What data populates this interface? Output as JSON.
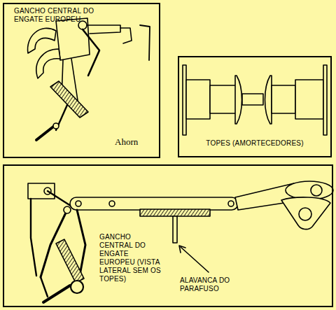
{
  "diagram": {
    "nodes": [
      {
        "text": [
          "GANCHO CENTRAL DO ENGATE EUROPEU",
          "Ahorn"
        ]
      },
      {
        "text": [
          "TOPES (AMORTECEDORES)"
        ]
      },
      {
        "text": [
          "GANCHO CENTRAL DO ENGATE EUROPEU (VISTA LATERAL SEM OS TOPES)",
          "ALAVANCA DO PARAFUSO"
        ]
      }
    ]
  }
}
